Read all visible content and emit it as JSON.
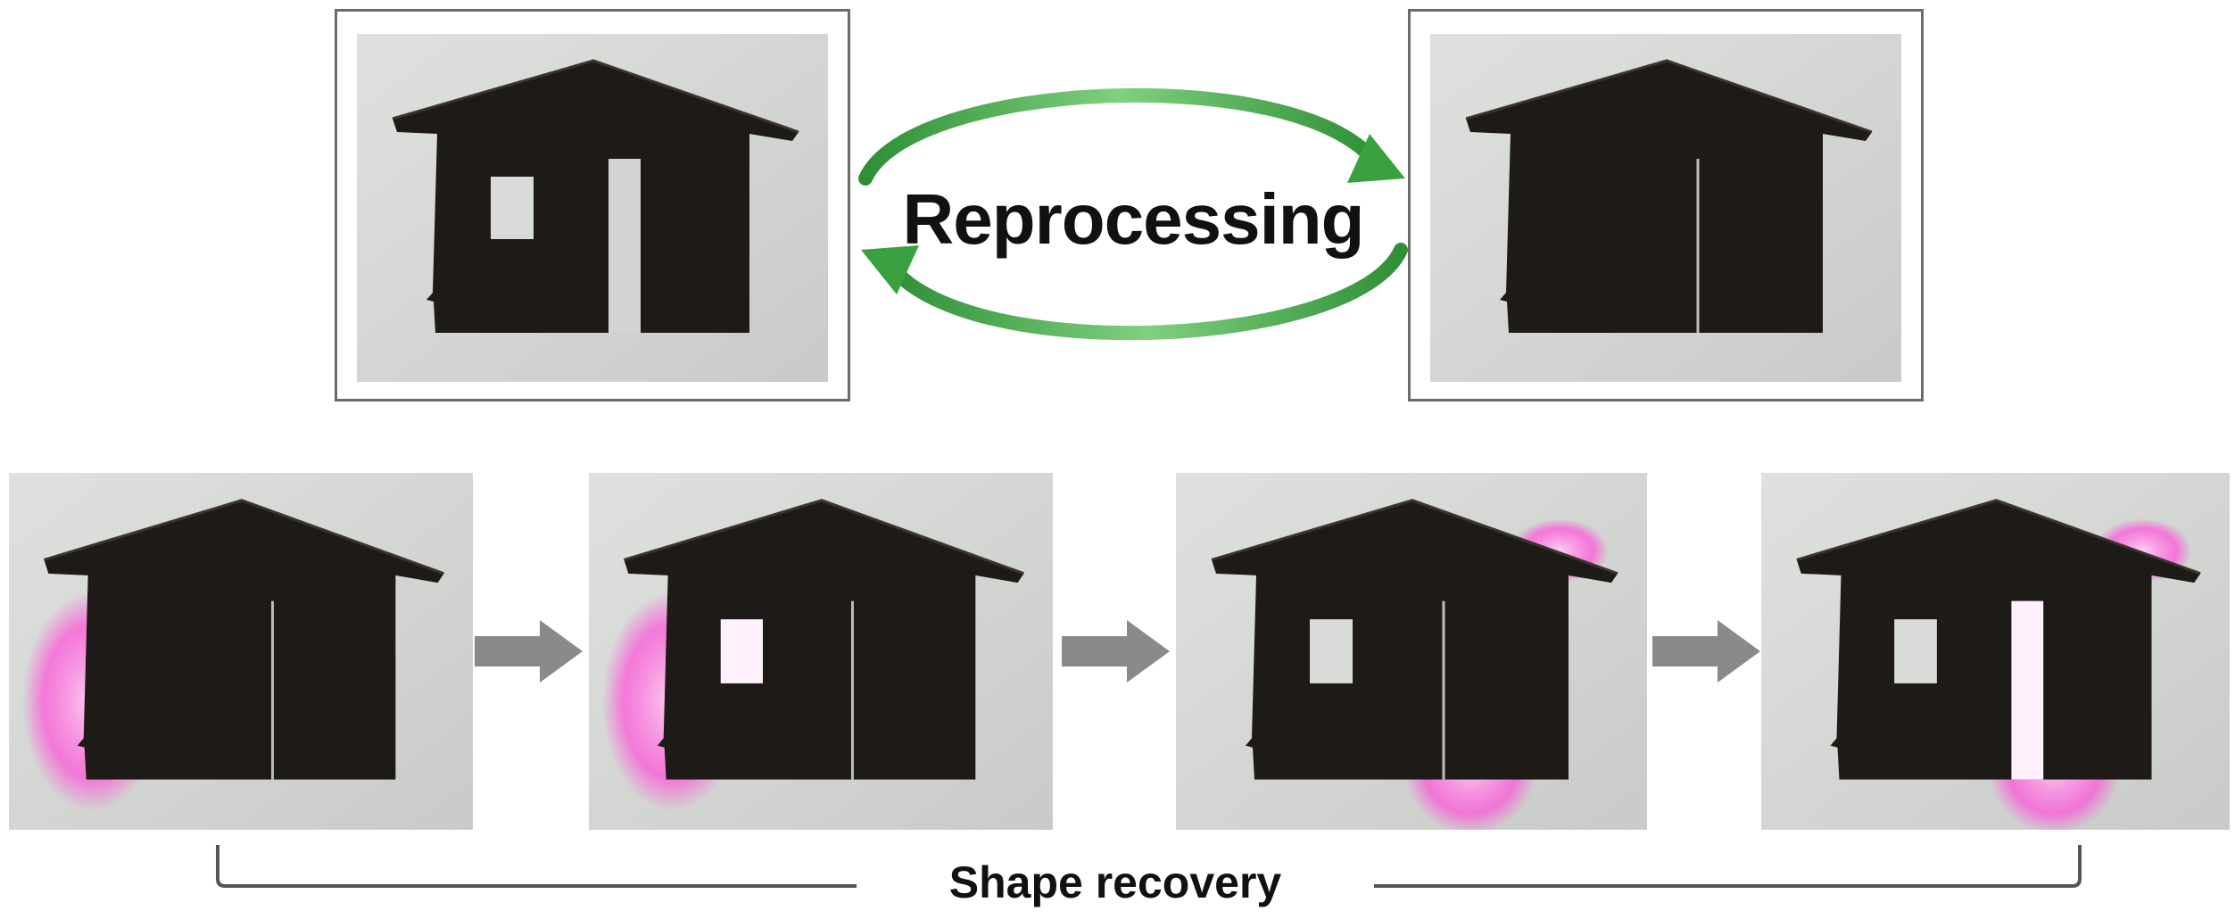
{
  "labels": {
    "reprocessing": "Reprocessing",
    "shape_recovery": "Shape recovery"
  },
  "colors": {
    "cycle_arrow": "#3aa040",
    "step_arrow": "#8a8a8a",
    "bracket": "#555555",
    "frame": "#6b6b6b",
    "laser_glow": "#ff4fd8",
    "house": "#1e1a18",
    "background_photo": "#d6d8d6"
  },
  "panels": {
    "top": [
      {
        "id": "damaged-house",
        "window_open": true,
        "door_open": true,
        "glow": []
      },
      {
        "id": "reprocessed-house",
        "window_open": false,
        "door_open": false,
        "glow": []
      }
    ],
    "bottom": [
      {
        "id": "recovery-step-1",
        "window_open": false,
        "door_open": false,
        "glow": [
          "left"
        ]
      },
      {
        "id": "recovery-step-2",
        "window_open": true,
        "door_open": false,
        "glow": [
          "left"
        ]
      },
      {
        "id": "recovery-step-3",
        "window_open": true,
        "door_open": false,
        "glow": [
          "right",
          "top-right"
        ]
      },
      {
        "id": "recovery-step-4",
        "window_open": true,
        "door_open": true,
        "glow": [
          "right",
          "top-right"
        ]
      }
    ]
  }
}
